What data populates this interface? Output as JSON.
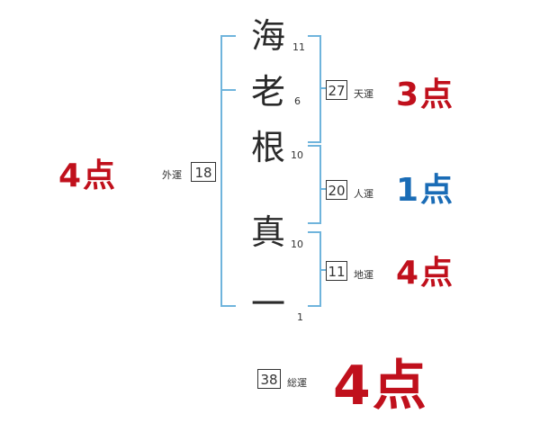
{
  "name": {
    "chars": [
      "海",
      "老",
      "根",
      "真",
      "一"
    ],
    "strokes": [
      "11",
      "6",
      "10",
      "10",
      "1"
    ]
  },
  "fortunes": {
    "ten": {
      "value": "27",
      "label": "天運",
      "score": "3点"
    },
    "jin": {
      "value": "20",
      "label": "人運",
      "score": "1点"
    },
    "chi": {
      "value": "11",
      "label": "地運",
      "score": "4点"
    },
    "gai": {
      "value": "18",
      "label": "外運",
      "score": "4点"
    },
    "so": {
      "value": "38",
      "label": "総運",
      "score": "4点"
    }
  },
  "colors": {
    "bracket": "#6fb4dc",
    "red": "#c0101c",
    "blue": "#1a6cb6"
  }
}
